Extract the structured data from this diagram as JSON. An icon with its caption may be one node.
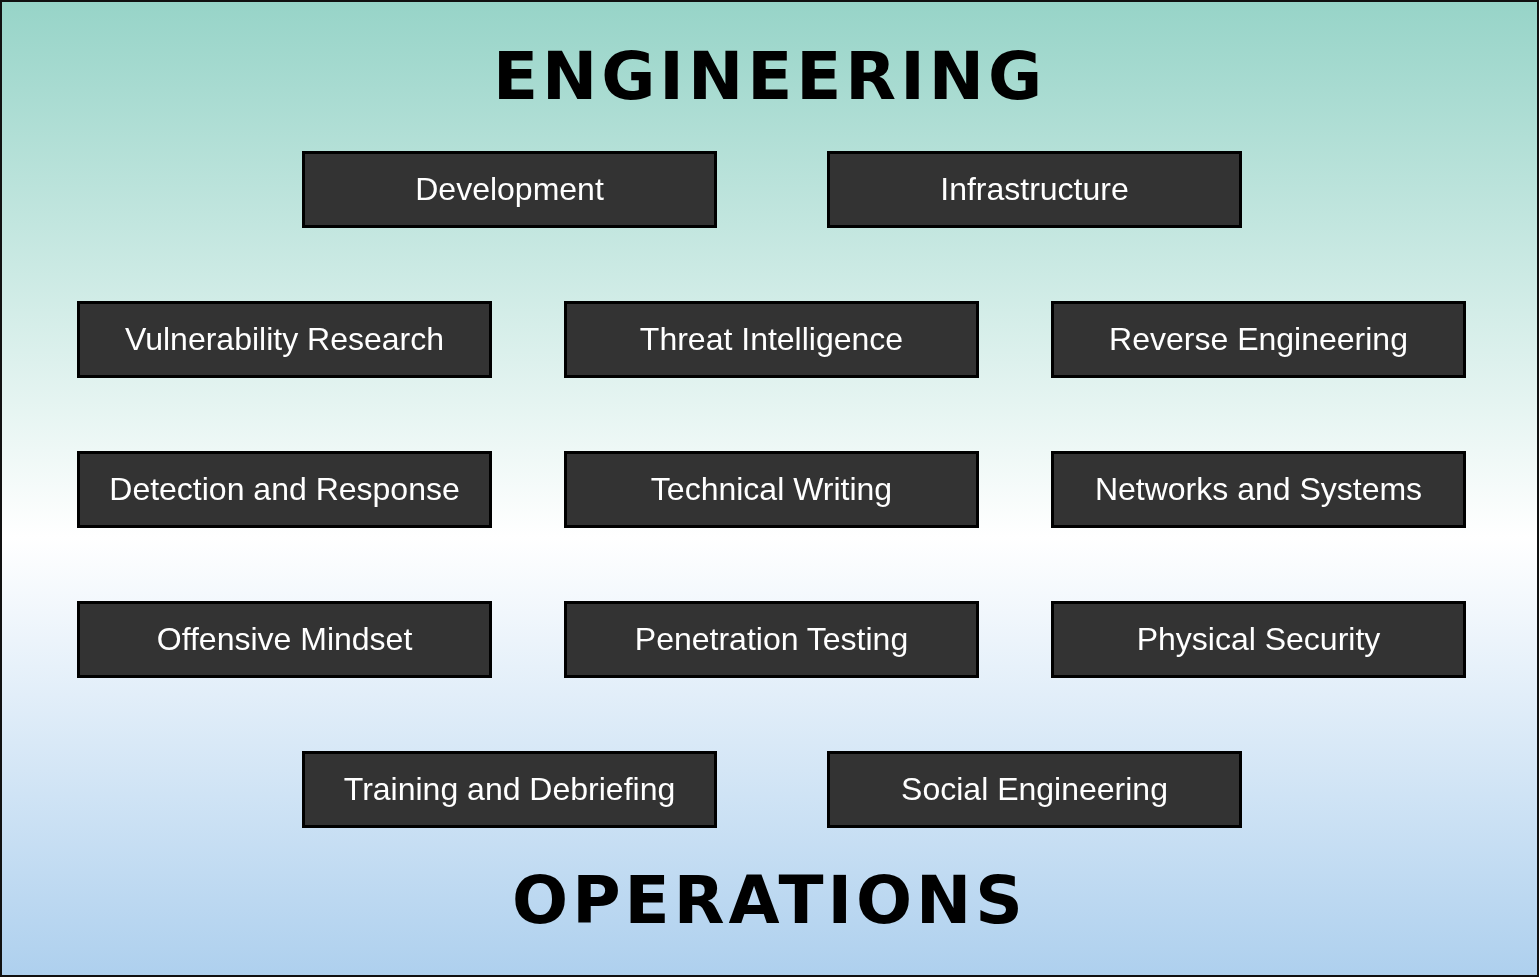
{
  "diagram": {
    "nodes": [
      {
        "text": [
          "ENGINEERING",
          "OPERATIONS"
        ]
      },
      {
        "text": [
          "Development"
        ],
        "in": 0
      },
      {
        "text": [
          "Infrastructure"
        ],
        "in": 0
      },
      {
        "text": [
          "Vulnerability Research"
        ],
        "in": 0
      },
      {
        "text": [
          "Threat Intelligence"
        ],
        "in": 0
      },
      {
        "text": [
          "Reverse Engineering"
        ],
        "in": 0
      },
      {
        "text": [
          "Detection and Response"
        ],
        "in": 0
      },
      {
        "text": [
          "Technical Writing"
        ],
        "in": 0
      },
      {
        "text": [
          "Networks and Systems"
        ],
        "in": 0
      },
      {
        "text": [
          "Offensive Mindset"
        ],
        "in": 0
      },
      {
        "text": [
          "Penetration Testing"
        ],
        "in": 0
      },
      {
        "text": [
          "Physical Security"
        ],
        "in": 0
      },
      {
        "text": [
          "Training and Debriefing"
        ],
        "in": 0
      },
      {
        "text": [
          "Social Engineering"
        ],
        "in": 0
      }
    ]
  }
}
